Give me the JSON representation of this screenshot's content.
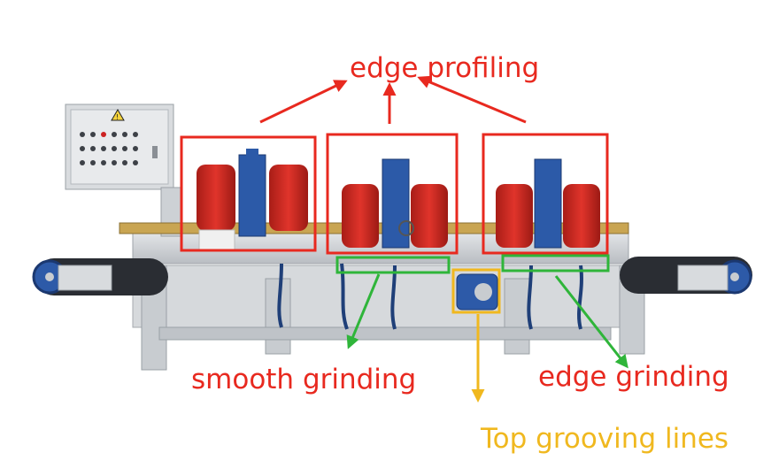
{
  "annotations": {
    "edge_profiling": "edge profiling",
    "smooth_grinding": "smooth grinding",
    "edge_grinding": "edge grinding",
    "top_grooving": "Top grooving lines"
  },
  "colors": {
    "annotation_red": "#e8291f",
    "annotation_green": "#2fb53a",
    "annotation_yellow": "#f0b81f",
    "motor_red": "#d42a22",
    "spindle_blue": "#2c5aa8",
    "frame_grey": "#cfd2d6",
    "belt_dark": "#2a2d33",
    "cabinet_grey": "#d9dcdf"
  },
  "icons": [
    "warning-sign-icon"
  ]
}
